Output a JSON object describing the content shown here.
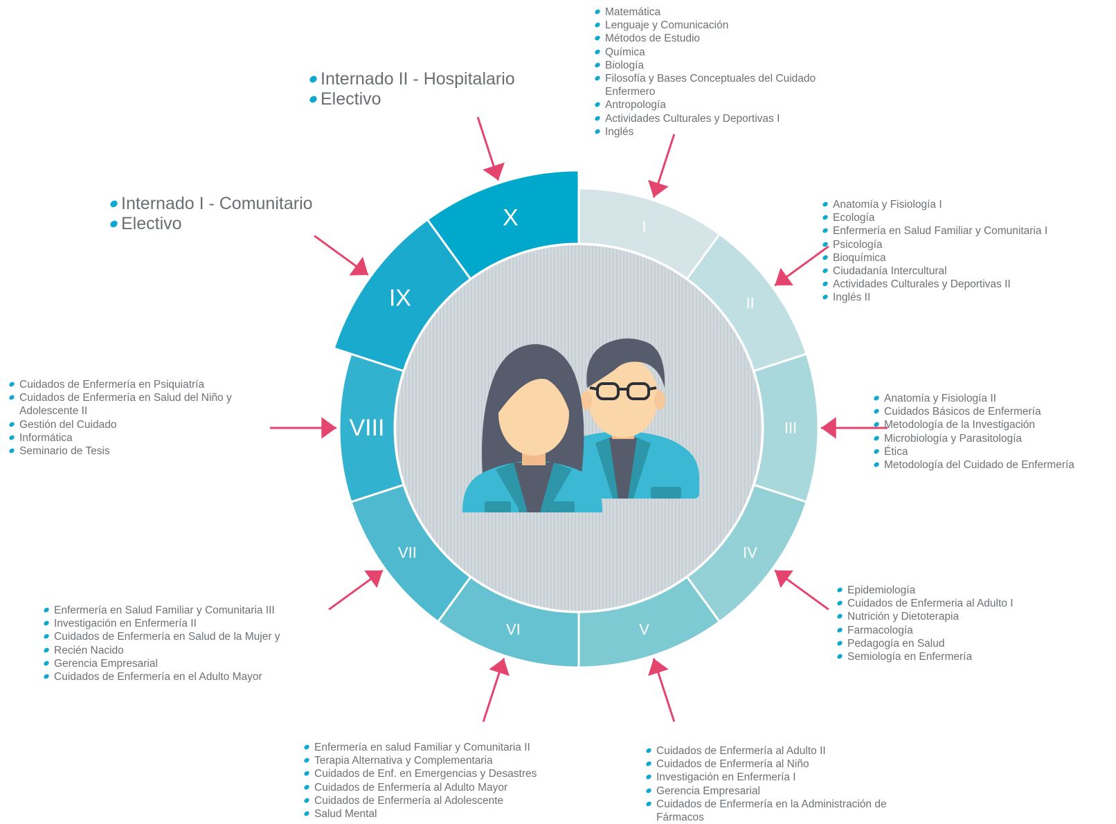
{
  "colors": {
    "pin": "#e4456e",
    "bullet": "#11a8cf",
    "hub_fill": "#d1d8dc",
    "hub_stripe": "#c2cbd1",
    "segments": [
      "#d5e4e7",
      "#bfdfe2",
      "#a9d8dc",
      "#93d1d7",
      "#7dcad3",
      "#66c2d0",
      "#4fbacf",
      "#33b2cf",
      "#1aaace",
      "#00a9cb"
    ],
    "segment_labels": [
      "#ffffff",
      "#ffffff",
      "#ffffff",
      "#ffffff",
      "#ffffff",
      "#ffffff",
      "#ffffff",
      "#ffffff",
      "#ffffff",
      "#ffffff"
    ]
  },
  "icons": {
    "center": "students-icon",
    "pin": "pin-marker-icon"
  },
  "semesters": [
    {
      "numeral": "I",
      "courses": [
        "Matemática",
        "Lenguaje y Comunicación",
        "Métodos de Estudio",
        "Química",
        "Biología",
        "Filosofía y Bases Conceptuales del Cuidado Enfermero",
        "Antropología",
        "Actividades Culturales y Deportivas I",
        "Inglés"
      ]
    },
    {
      "numeral": "II",
      "courses": [
        "Anatomía y Fisiología I",
        "Ecología",
        "Enfermería en Salud Familiar y Comunitaria I",
        "Psicología",
        "Bioquímica",
        "Ciudadanía Intercultural",
        "Actividades Culturales y Deportivas II",
        "Inglés II"
      ]
    },
    {
      "numeral": "III",
      "courses": [
        "Anatomía y Fisiología II",
        "Cuidados Básicos de Enfermería",
        "Metodología de la Investigación",
        "Microbiología y Parasitología",
        "Ética",
        "Metodología del Cuidado de Enfermería"
      ]
    },
    {
      "numeral": "IV",
      "courses": [
        "Epidemiología",
        "Cuidados de Enfermeria al Adulto I",
        "Nutrición y Dietoterapia",
        "Farmacología",
        "Pedagogía en Salud",
        "Semiología en Enfermería"
      ]
    },
    {
      "numeral": "V",
      "courses": [
        "Cuidados de Enfermería al Adulto II",
        "Cuidados de Enfermería al Niño",
        "Investigación en Enfermería I",
        "Gerencia Empresarial",
        "Cuidados de Enfermería en la Administración de Fármacos"
      ]
    },
    {
      "numeral": "VI",
      "courses": [
        "Enfermería en salud Familiar y Comunitaria II",
        "Terapia Alternativa y Complementaria",
        "Cuidados de Enf. en Emergencias y Desastres",
        "Cuidados de Enfermería al Adulto Mayor",
        "Cuidados de Enfermería al Adolescente",
        "Salud Mental"
      ]
    },
    {
      "numeral": "VII",
      "courses": [
        "Enfermería en Salud Familiar y Comunitaria III",
        "Investigación en Enfermería II",
        "Cuidados de Enfermería en Salud de la Mujer y",
        "Recién Nacido",
        "Gerencia Empresarial",
        "Cuidados de Enfermería en el Adulto Mayor"
      ]
    },
    {
      "numeral": "VIII",
      "courses": [
        "Cuidados de Enfermería en Psiquiatría",
        "Cuidados de Enfermería en Salud del Niño y Adolescente II",
        "Gestión del Cuidado",
        "Informática",
        "Seminario de Tesis"
      ]
    },
    {
      "numeral": "IX",
      "courses": [
        "Internado I - Comunitario",
        "Electivo"
      ]
    },
    {
      "numeral": "X",
      "courses": [
        "Internado II - Hospitalario",
        "Electivo"
      ]
    }
  ]
}
